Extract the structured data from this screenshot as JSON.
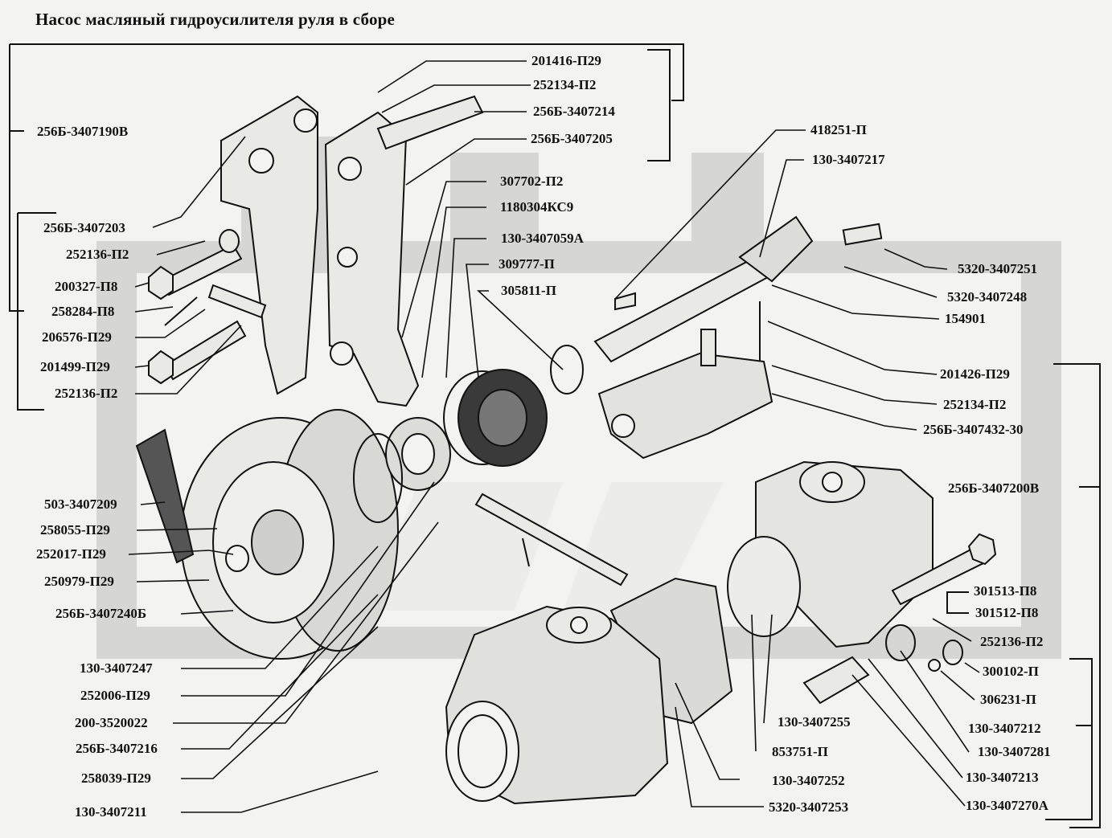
{
  "title": "Насос масляный гидроусилителя руля в сборе",
  "colors": {
    "background": "#f3f3f1",
    "ink": "#111111",
    "watermark": "#d4d4d4"
  },
  "watermark": "gear-logo",
  "groups": {
    "left_outer": "256Б-3407190В",
    "left_inner": "256Б-3407203",
    "right_housing": "256Б-3407200В"
  },
  "labels_left": [
    {
      "id": "p1",
      "code": "256Б-3407190В"
    },
    {
      "id": "p2",
      "code": "256Б-3407203"
    },
    {
      "id": "p3",
      "code": "252136-П2"
    },
    {
      "id": "p4",
      "code": "200327-П8"
    },
    {
      "id": "p5",
      "code": "258284-П8"
    },
    {
      "id": "p6",
      "code": "206576-П29"
    },
    {
      "id": "p7",
      "code": "201499-П29"
    },
    {
      "id": "p8",
      "code": "252136-П2"
    },
    {
      "id": "p9",
      "code": "503-3407209"
    },
    {
      "id": "p10",
      "code": "258055-П29"
    },
    {
      "id": "p11",
      "code": "252017-П29"
    },
    {
      "id": "p12",
      "code": "250979-П29"
    },
    {
      "id": "p13",
      "code": "256Б-3407240Б"
    },
    {
      "id": "p14",
      "code": "130-3407247"
    },
    {
      "id": "p15",
      "code": "252006-П29"
    },
    {
      "id": "p16",
      "code": "200-3520022"
    },
    {
      "id": "p17",
      "code": "256Б-3407216"
    },
    {
      "id": "p18",
      "code": "258039-П29"
    },
    {
      "id": "p19",
      "code": "130-3407211"
    }
  ],
  "labels_top": [
    {
      "id": "t1",
      "code": "201416-П29"
    },
    {
      "id": "t2",
      "code": "252134-П2"
    },
    {
      "id": "t3",
      "code": "256Б-3407214"
    },
    {
      "id": "t4",
      "code": "256Б-3407205"
    },
    {
      "id": "t5",
      "code": "307702-П2"
    },
    {
      "id": "t6",
      "code": "1180304КС9"
    },
    {
      "id": "t7",
      "code": "130-3407059А"
    },
    {
      "id": "t8",
      "code": "309777-П"
    },
    {
      "id": "t9",
      "code": "305811-П"
    },
    {
      "id": "t10",
      "code": "418251-П"
    },
    {
      "id": "t11",
      "code": "130-3407217"
    }
  ],
  "labels_right": [
    {
      "id": "r1",
      "code": "5320-3407251"
    },
    {
      "id": "r2",
      "code": "5320-3407248"
    },
    {
      "id": "r3",
      "code": "154901"
    },
    {
      "id": "r4",
      "code": "201426-П29"
    },
    {
      "id": "r5",
      "code": "252134-П2"
    },
    {
      "id": "r6",
      "code": "256Б-3407432-30"
    },
    {
      "id": "r7",
      "code": "256Б-3407200В"
    },
    {
      "id": "r8",
      "code": "301513-П8"
    },
    {
      "id": "r9",
      "code": "301512-П8"
    },
    {
      "id": "r10",
      "code": "252136-П2"
    },
    {
      "id": "r11",
      "code": "300102-П"
    },
    {
      "id": "r12",
      "code": "306231-П"
    },
    {
      "id": "r13",
      "code": "130-3407212"
    },
    {
      "id": "r14",
      "code": "130-3407281"
    },
    {
      "id": "r15",
      "code": "130-3407213"
    },
    {
      "id": "r16",
      "code": "130-3407270А"
    }
  ],
  "labels_bottom": [
    {
      "id": "b1",
      "code": "130-3407255"
    },
    {
      "id": "b2",
      "code": "853751-П"
    },
    {
      "id": "b3",
      "code": "130-3407252"
    },
    {
      "id": "b4",
      "code": "5320-3407253"
    }
  ]
}
